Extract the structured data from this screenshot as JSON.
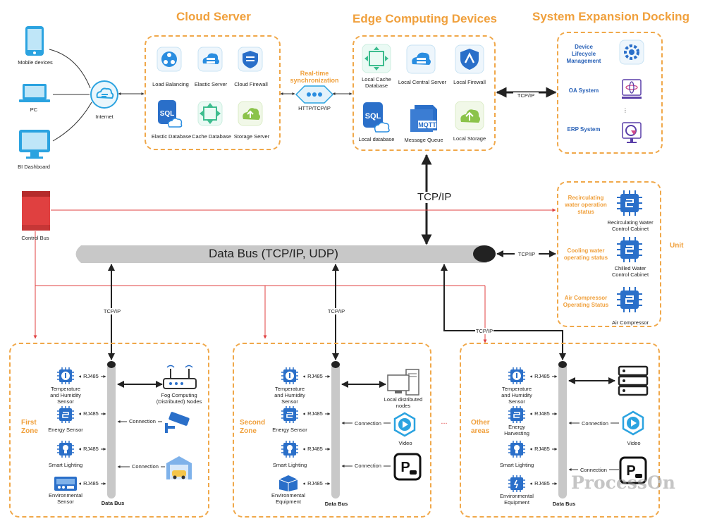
{
  "titles": {
    "cloud": "Cloud Server",
    "edge": "Edge Computing Devices",
    "expansion": "System Expansion Docking",
    "unit": "Unit"
  },
  "clients": [
    {
      "label": "Mobile devices"
    },
    {
      "label": "PC"
    },
    {
      "label": "BI Dashboard"
    }
  ],
  "internet": "Internet",
  "cloud_items": [
    "Load Balancing",
    "Elastic Server",
    "Cloud Firewall",
    "Elastic Database",
    "Cache Database",
    "Storage Server"
  ],
  "sync": {
    "title1": "Real-time",
    "title2": "synchronization",
    "protocol": "HTTP/TCP/IP"
  },
  "edge_items": [
    "Local Cache",
    "Database",
    "Local Central Server",
    "Local Firewall",
    "Local database",
    "Message Queue",
    "Local Storage"
  ],
  "mqtt": "MQTT",
  "expansion_items": [
    "Device",
    "Lifecycle",
    "Management",
    "OA System",
    "ERP System"
  ],
  "expansion_link": "TCP/IP",
  "edge_link": "TCP/IP",
  "control_bus": "Control Bus",
  "data_bus": "Data Bus (TCP/IP, UDP)",
  "unit_link": "TCP/IP",
  "unit_items": [
    {
      "status1": "Recirculating",
      "status2": "water operation",
      "status3": "status",
      "name1": "Recirculating Water",
      "name2": "Control Cabinet"
    },
    {
      "status1": "Cooling water",
      "status2": "operating status",
      "name1": "Chilled Water",
      "name2": "Control Cabinet"
    },
    {
      "status1": "Air Compressor",
      "status2": "Operating Status",
      "name1": "Air Compressor"
    }
  ],
  "zone_link": "TCP/IP",
  "zones": [
    {
      "title1": "First",
      "title2": "Zone"
    },
    {
      "title1": "Second",
      "title2": "Zone"
    },
    {
      "title1": "Other",
      "title2": "areas"
    }
  ],
  "sensor_labels": {
    "temp1": "Temperature",
    "temp2": "and Humidity",
    "temp3": "Sensor",
    "energy": "Energy Sensor",
    "energy_h1": "Energy",
    "energy_h2": "Harvesting",
    "lighting": "Smart Lighting",
    "env1": "Environmental",
    "env2": "Sensor",
    "envq2": "Equipment"
  },
  "rj485": "RJ485",
  "connection": "Connection",
  "zone_bus": "Data Bus",
  "fog1": "Fog Computing",
  "fog2": "(Distributed) Nodes",
  "local1": "Local distributed",
  "local2": "nodes",
  "video": "Video",
  "ellipsis": "...",
  "watermark": "ProcessOn",
  "colors": {
    "orange": "#f0a03c",
    "blue": "#2b63b8",
    "red": "#e04040",
    "icon_blue": "#2a6fc9"
  }
}
